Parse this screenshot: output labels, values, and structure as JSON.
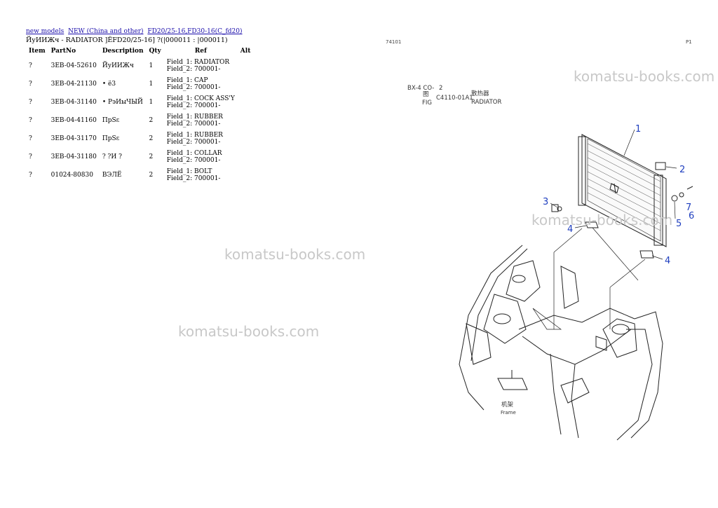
{
  "breadcrumb": [
    {
      "label": "new models"
    },
    {
      "label": "NEW (China and other)"
    },
    {
      "label": "FD20/25-16,FD30-16(C_fd20)"
    }
  ],
  "page_title": "ЙуИИЖч - RADIATOR ]ЁFD20/25-16] ?(|000011 : |000011)",
  "table": {
    "headers": {
      "item": "Item",
      "part_no": "PartNo",
      "description": "Description",
      "qty": "Qty",
      "ref": "Ref",
      "alt": "Alt"
    },
    "rows": [
      {
        "item": "?",
        "part_no": "3EB-04-52610",
        "description": "ЙуИИЖч",
        "qty": "1",
        "field1": "Field_1: RADIATOR",
        "field2": "Field_2: 700001-"
      },
      {
        "item": "?",
        "part_no": "3EB-04-21130",
        "description": "• ё3",
        "qty": "1",
        "field1": "Field_1: CAP",
        "field2": "Field_2: 700001-"
      },
      {
        "item": "?",
        "part_no": "3EB-04-31140",
        "description": "• РэИыЧЫЙ",
        "qty": "1",
        "field1": "Field_1: COCK ASS'Y",
        "field2": "Field_2: 700001-"
      },
      {
        "item": "?",
        "part_no": "3EB-04-41160",
        "description": "ПрSε",
        "qty": "2",
        "field1": "Field_1: RUBBER",
        "field2": "Field_2: 700001-"
      },
      {
        "item": "?",
        "part_no": "3EB-04-31170",
        "description": "ПрSε",
        "qty": "2",
        "field1": "Field_1: RUBBER",
        "field2": "Field_2: 700001-"
      },
      {
        "item": "?",
        "part_no": "3EB-04-31180",
        "description": "? ?И ?",
        "qty": "2",
        "field1": "Field_1: COLLAR",
        "field2": "Field_2: 700001-"
      },
      {
        "item": "?",
        "part_no": "01024-80830",
        "description": "ВЭЛЁ",
        "qty": "2",
        "field1": "Field_1: BOLT",
        "field2": "Field_2: 700001-"
      }
    ]
  },
  "diagram": {
    "header_code": "BX-4 CO-",
    "header_num": "2",
    "fig_char": "图",
    "fig_label": "FIG",
    "fig_code": "C4110-01A1",
    "title_cn": "散热器",
    "title_en": "RADIATOR",
    "frame_cn": "机架",
    "frame_en": "Frame",
    "corner_left": "74101",
    "corner_right": "P1",
    "callouts": [
      "1",
      "2",
      "3",
      "4",
      "4",
      "5",
      "6",
      "7"
    ],
    "callout_color": "#1f3fbf"
  },
  "watermark": "komatsu-books.com"
}
